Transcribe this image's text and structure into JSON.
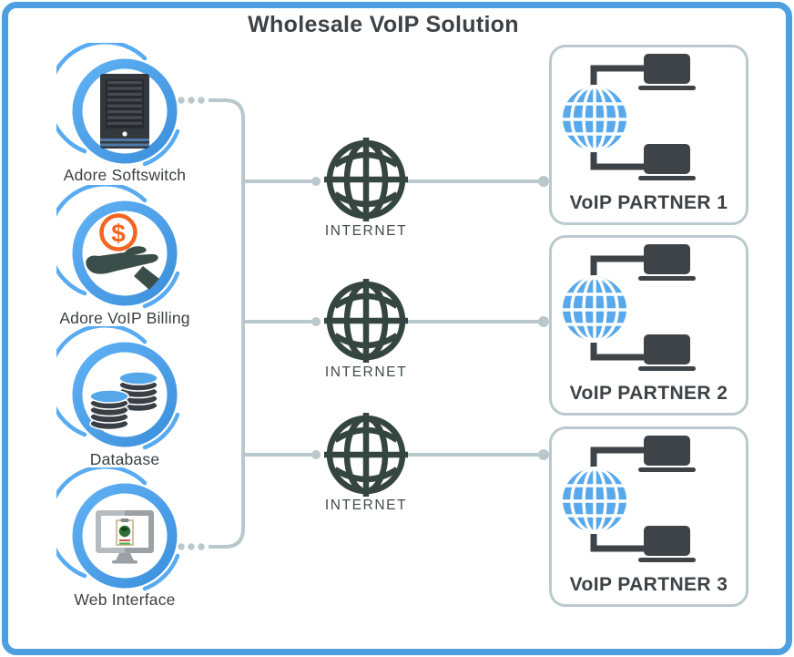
{
  "title": "Wholesale VoIP Solution",
  "left_nodes": [
    {
      "label": "Adore Softswitch",
      "icon": "server-icon"
    },
    {
      "label": "Adore VoIP Billing",
      "icon": "dollar-hand-icon"
    },
    {
      "label": "Database",
      "icon": "coin-stack-icon"
    },
    {
      "label": "Web Interface",
      "icon": "monitor-icon"
    }
  ],
  "internet_nodes": [
    {
      "label": "INTERNET"
    },
    {
      "label": "INTERNET"
    },
    {
      "label": "INTERNET"
    }
  ],
  "partners": [
    {
      "label": "VoIP PARTNER 1"
    },
    {
      "label": "VoIP PARTNER 2"
    },
    {
      "label": "VoIP PARTNER 3"
    }
  ],
  "colors": {
    "frame_blue": "#4d9fe0",
    "ring_blue": "#3e92dd",
    "ring_blue_light": "#60b1f4",
    "arc_blue": "#58abf1",
    "wire_gray": "#b9c8cd",
    "internet_globe_dark": "#35453f",
    "partner_globe_blue": "#57a9ec",
    "device_dark": "#3e4347",
    "billing_orange": "#f2661f",
    "text_dark": "#3d4246"
  }
}
